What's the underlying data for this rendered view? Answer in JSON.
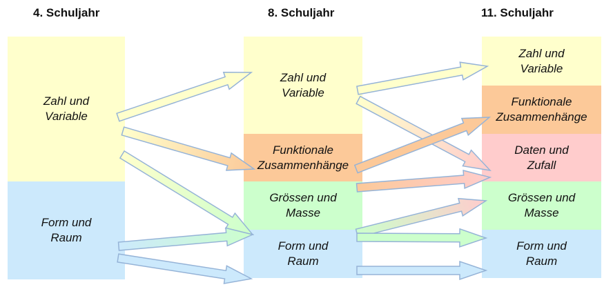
{
  "colors": {
    "zahl": "#ffffcc",
    "funktional": "#fcc999",
    "daten": "#ffcccc",
    "groessen": "#ccffcc",
    "form": "#cce9fc",
    "arrow_stroke": "#95b3d7"
  },
  "columns": [
    {
      "title": "4. Schuljahr",
      "boxes": [
        {
          "id": "c1-zahl",
          "line1": "Zahl und",
          "line2": "Variable",
          "color": "zahl"
        },
        {
          "id": "c1-form",
          "line1": "Form und",
          "line2": "Raum",
          "color": "form"
        }
      ]
    },
    {
      "title": "8. Schuljahr",
      "boxes": [
        {
          "id": "c2-zahl",
          "line1": "Zahl und",
          "line2": "Variable",
          "color": "zahl"
        },
        {
          "id": "c2-funk",
          "line1": "Funktionale",
          "line2": "Zusammenhänge",
          "color": "funktional"
        },
        {
          "id": "c2-groe",
          "line1": "Grössen und",
          "line2": "Masse",
          "color": "groessen"
        },
        {
          "id": "c2-form",
          "line1": "Form und",
          "line2": "Raum",
          "color": "form"
        }
      ]
    },
    {
      "title": "11. Schuljahr",
      "boxes": [
        {
          "id": "c3-zahl",
          "line1": "Zahl und",
          "line2": "Variable",
          "color": "zahl"
        },
        {
          "id": "c3-funk",
          "line1": "Funktionale",
          "line2": "Zusammenhänge",
          "color": "funktional"
        },
        {
          "id": "c3-date",
          "line1": "Daten und",
          "line2": "Zufall",
          "color": "daten"
        },
        {
          "id": "c3-groe",
          "line1": "Grössen und",
          "line2": "Masse",
          "color": "groessen"
        },
        {
          "id": "c3-form",
          "line1": "Form und",
          "line2": "Raum",
          "color": "form"
        }
      ]
    }
  ],
  "connections": [
    {
      "from": "c1-zahl",
      "to": "c2-zahl",
      "from_color": "zahl",
      "to_color": "zahl"
    },
    {
      "from": "c1-zahl",
      "to": "c2-funk",
      "from_color": "zahl",
      "to_color": "funktional"
    },
    {
      "from": "c1-zahl",
      "to": "c2-form",
      "from_color": "zahl",
      "to_color": "groessen"
    },
    {
      "from": "c1-form",
      "to": "c2-form",
      "from_color": "form",
      "to_color": "groessen"
    },
    {
      "from": "c1-form",
      "to": "c2-form",
      "from_color": "form",
      "to_color": "form"
    },
    {
      "from": "c2-zahl",
      "to": "c3-zahl",
      "from_color": "zahl",
      "to_color": "zahl"
    },
    {
      "from": "c2-zahl",
      "to": "c3-date",
      "from_color": "zahl",
      "to_color": "daten"
    },
    {
      "from": "c2-funk",
      "to": "c3-funk",
      "from_color": "funktional",
      "to_color": "funktional"
    },
    {
      "from": "c2-groe",
      "to": "c3-date",
      "from_color": "funktional",
      "to_color": "daten"
    },
    {
      "from": "c2-form",
      "to": "c3-groe",
      "from_color": "groessen",
      "to_color": "daten"
    },
    {
      "from": "c2-form",
      "to": "c3-form",
      "from_color": "groessen",
      "to_color": "groessen"
    },
    {
      "from": "c2-form",
      "to": "c3-form",
      "from_color": "form",
      "to_color": "form"
    }
  ]
}
